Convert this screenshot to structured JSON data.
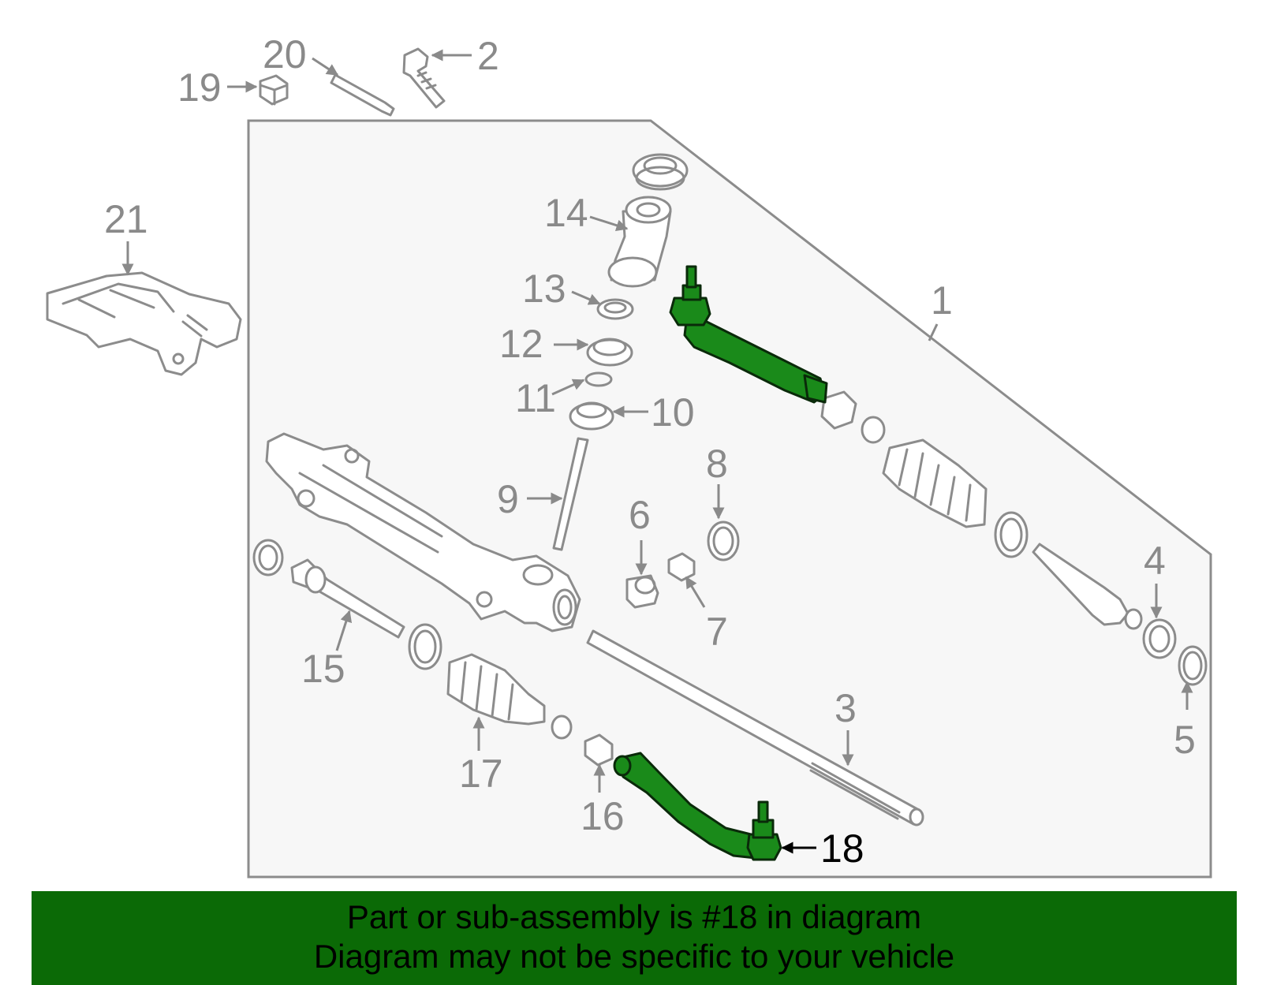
{
  "callouts": {
    "c1": "1",
    "c2": "2",
    "c3": "3",
    "c4": "4",
    "c5": "5",
    "c6": "6",
    "c7": "7",
    "c8": "8",
    "c9": "9",
    "c10": "10",
    "c11": "11",
    "c12": "12",
    "c13": "13",
    "c14": "14",
    "c15": "15",
    "c16": "16",
    "c17": "17",
    "c18": "18",
    "c19": "19",
    "c20": "20",
    "c21": "21"
  },
  "highlight": {
    "part_number": "18",
    "color": "#1a8a1a"
  },
  "banner": {
    "line1": "Part or sub-assembly is #18 in diagram",
    "line2": "Diagram may not be specific to your vehicle",
    "background": "#0b6a06"
  }
}
